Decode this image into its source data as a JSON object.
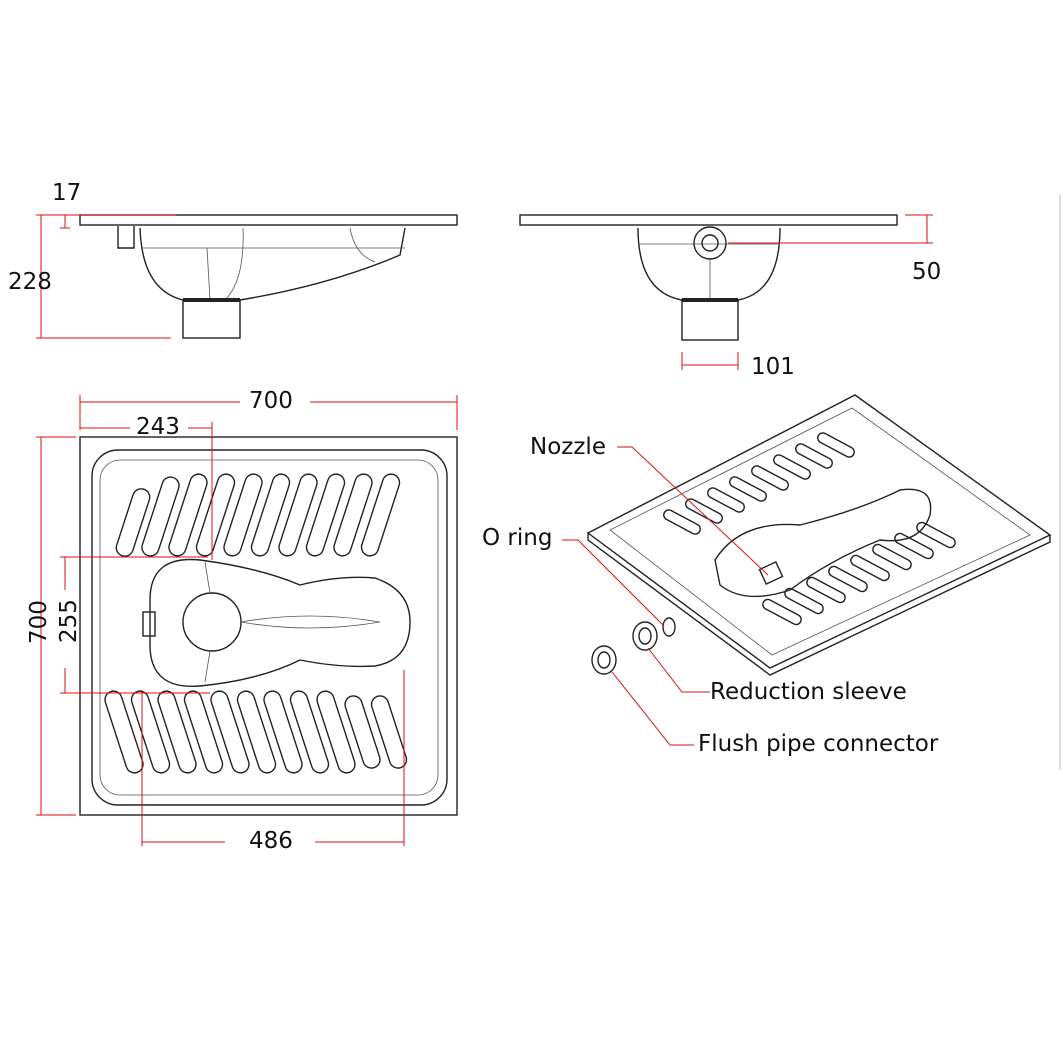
{
  "dimensions": {
    "side_top_thickness": "17",
    "side_height": "228",
    "front_nozzle_height": "50",
    "front_drain_width": "101",
    "plan_width": "700",
    "plan_hole_offset": "243",
    "plan_depth": "700",
    "plan_bowl_width": "255",
    "plan_bowl_length": "486"
  },
  "callouts": {
    "nozzle": "Nozzle",
    "o_ring": "O ring",
    "reduction_sleeve": "Reduction sleeve",
    "flush_pipe_connector": "Flush pipe connector"
  },
  "colors": {
    "dimension": "#dd1111",
    "outline": "#222222"
  }
}
